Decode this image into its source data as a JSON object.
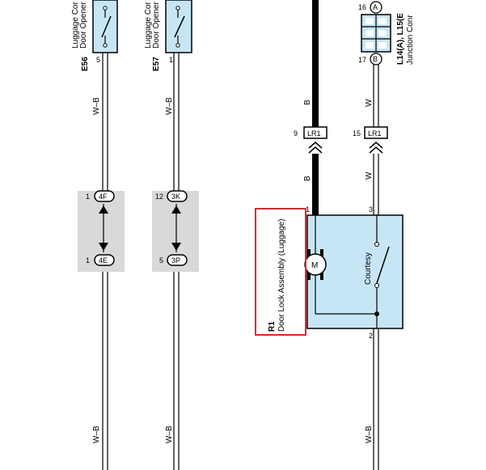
{
  "components": {
    "e56": {
      "code": "E56",
      "name_line1": "Luggage Cor",
      "name_line2": "Door Opener",
      "pin": "5",
      "wire": "W–B"
    },
    "e57": {
      "code": "E57",
      "name_line1": "Luggage Cor",
      "name_line2": "Door Opener",
      "pin": "1",
      "wire": "W–B"
    },
    "junction": {
      "code": "L14(A), L15(E",
      "name": "Junction Conr",
      "pin_top": "16",
      "pin_top_tag": "A",
      "pin_bottom": "17",
      "pin_bottom_tag": "B",
      "wire": "W"
    },
    "r1": {
      "code": "R1",
      "name": "Door Lock Assembly (Luggage)",
      "motor": "M",
      "switch": "Courtesy",
      "pin_left": "1",
      "pin_right": "3",
      "pin_bottom": "2"
    }
  },
  "connectors": {
    "lr1_left": {
      "pin": "9",
      "tag": "LR1",
      "wire_above": "B",
      "wire_below": "B"
    },
    "lr1_right": {
      "pin": "15",
      "tag": "LR1",
      "wire_above": "W",
      "wire_below": "W"
    },
    "c4f": {
      "pin": "1",
      "tag": "4F"
    },
    "c4e": {
      "pin": "1",
      "tag": "4E"
    },
    "c3k": {
      "pin": "12",
      "tag": "3K"
    },
    "c3p": {
      "pin": "5",
      "tag": "3P"
    }
  },
  "wires_bottom": {
    "left": "W–B",
    "middle": "W–B",
    "right": "W–B"
  },
  "colors": {
    "component_fill": "#c7e6f5",
    "splice_fill": "#d9d9d9",
    "highlight": "#e8202a",
    "wire": "#000000"
  }
}
